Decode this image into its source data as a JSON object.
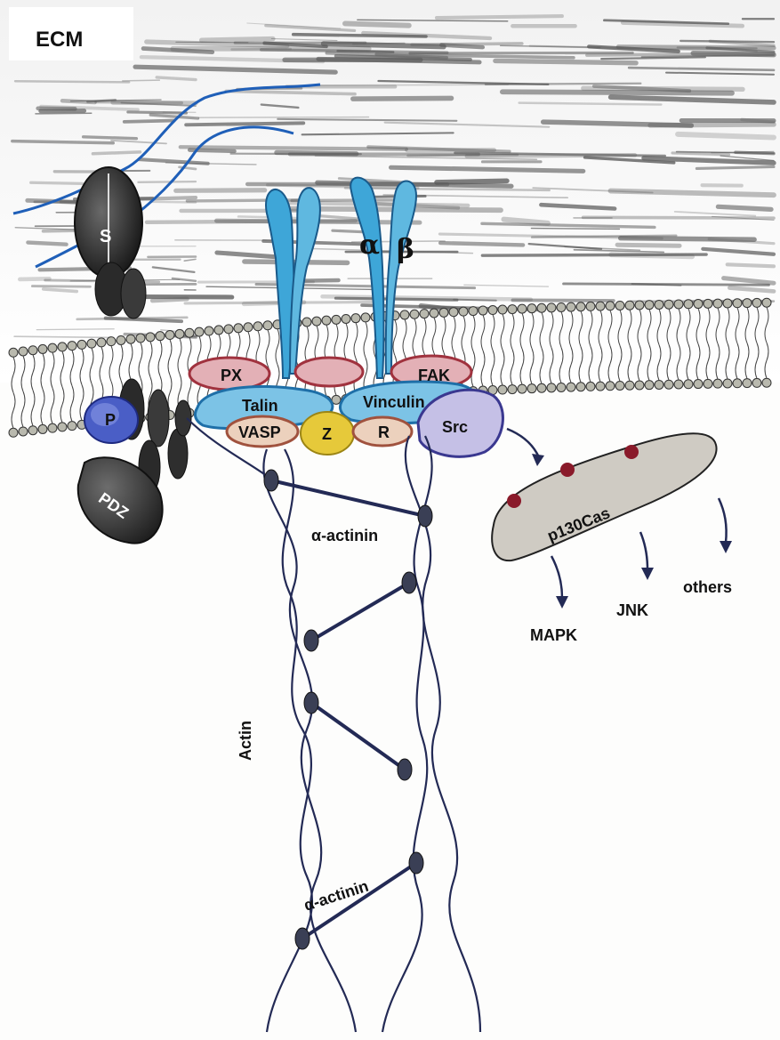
{
  "labels": {
    "ecm": "ECM",
    "syndecan": "S",
    "alpha": "α",
    "beta": "β",
    "px": "PX",
    "fak": "FAK",
    "talin": "Talin",
    "vinculin": "Vinculin",
    "vasp": "VASP",
    "z": "Z",
    "r": "R",
    "src": "Src",
    "p": "P",
    "pdz": "PDZ",
    "p130cas": "p130Cas",
    "actinin_top": "α-actinin",
    "actinin_bottom": "α-actinin",
    "actin": "Actin",
    "mapk": "MAPK",
    "jnk": "JNK",
    "others": "others"
  },
  "colors": {
    "ecm_fiber": "#5a5a5a",
    "blue_fiber": "#1f5fb8",
    "integrin": "#3ea6d8",
    "talin": "#7cc3e6",
    "px": "#c8707a",
    "vasp": "#d9a98a",
    "z": "#e6c93a",
    "src": "#7a78c8",
    "p": "#4a5ec6",
    "actin_line": "#232a55",
    "node": "#3a3f55",
    "cas": "#cfcbc3",
    "phospho": "#8a1a2a"
  }
}
